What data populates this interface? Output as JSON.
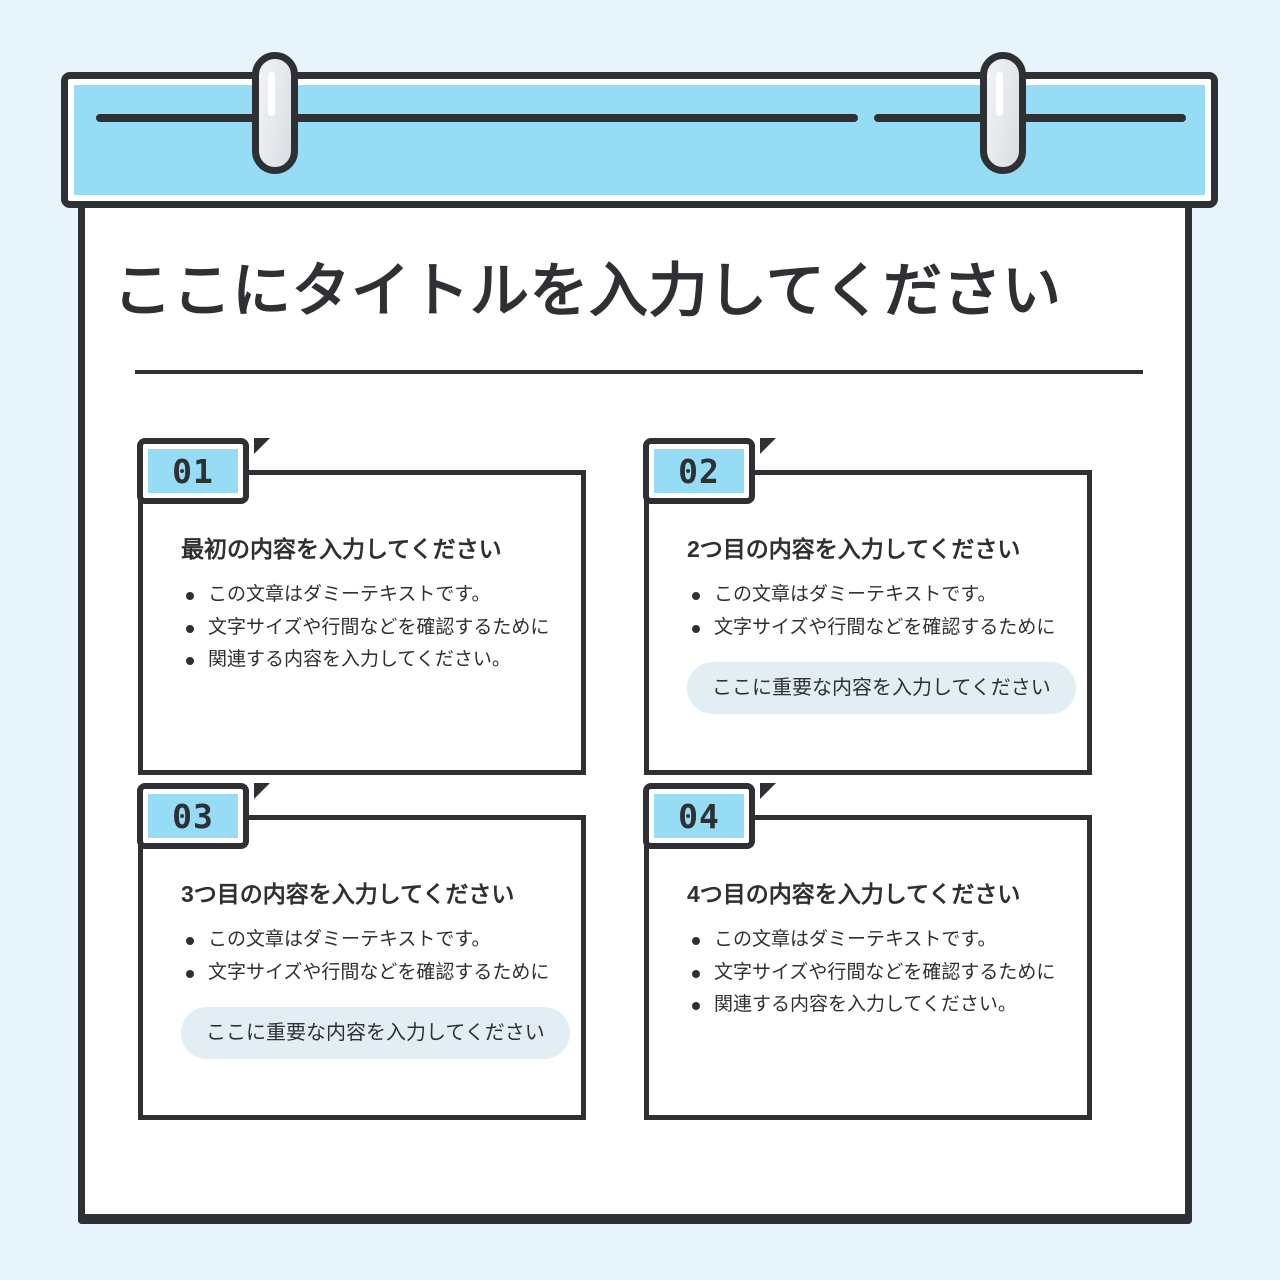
{
  "theme": {
    "background": "#e7f4fb",
    "accent_blue": "#95dcf4",
    "ink": "#2e3033",
    "paper": "#ffffff",
    "highlight_bg": "#e3eef4"
  },
  "banner": {
    "name": "clipboard-banner"
  },
  "header": {
    "title": "ここにタイトルを入力してください"
  },
  "cards": [
    {
      "number": "01",
      "heading": "最初の内容を入力してください",
      "bullets": [
        "この文章はダミーテキストです。",
        "文字サイズや行間などを確認するために",
        "関連する内容を入力してください。"
      ],
      "highlight": null
    },
    {
      "number": "02",
      "heading": "2つ目の内容を入力してください",
      "bullets": [
        "この文章はダミーテキストです。",
        "文字サイズや行間などを確認するために"
      ],
      "highlight": "ここに重要な内容を入力してください"
    },
    {
      "number": "03",
      "heading": "3つ目の内容を入力してください",
      "bullets": [
        "この文章はダミーテキストです。",
        "文字サイズや行間などを確認するために"
      ],
      "highlight": "ここに重要な内容を入力してください"
    },
    {
      "number": "04",
      "heading": "4つ目の内容を入力してください",
      "bullets": [
        "この文章はダミーテキストです。",
        "文字サイズや行間などを確認するために",
        "関連する内容を入力してください。"
      ],
      "highlight": null
    }
  ]
}
